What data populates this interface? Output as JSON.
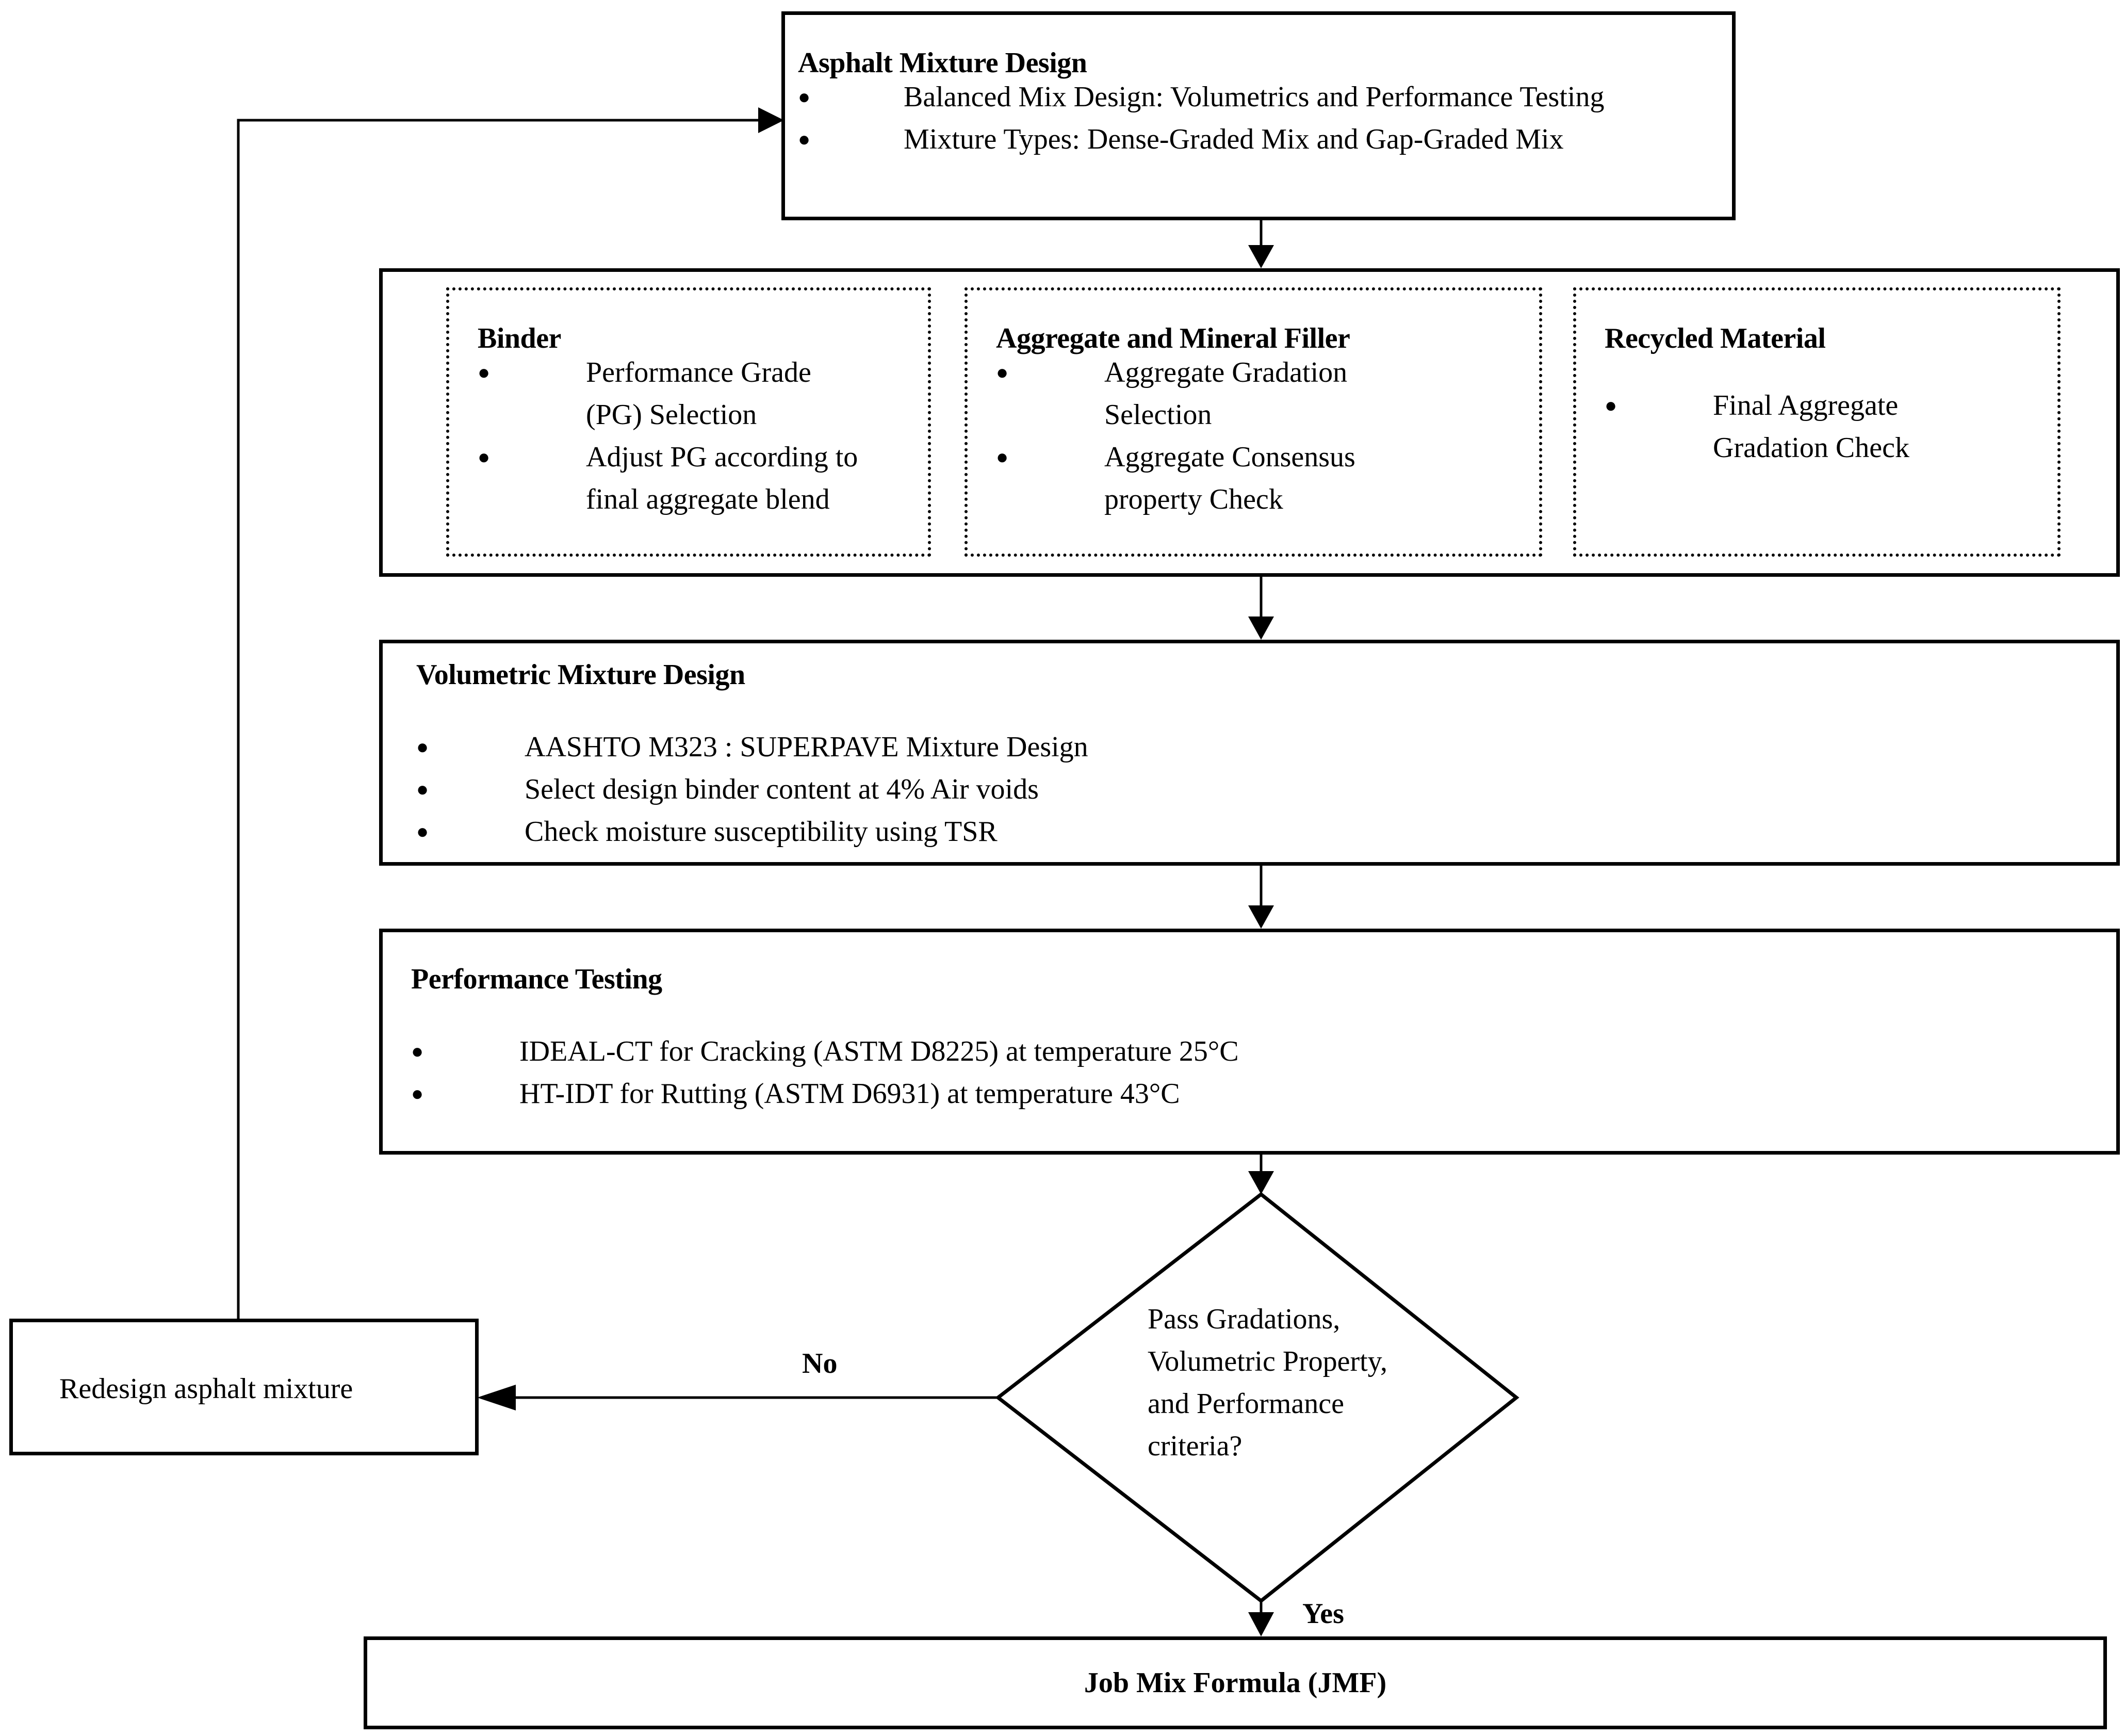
{
  "mix_design": {
    "title": "Asphalt Mixture Design",
    "items": [
      "Balanced Mix Design: Volumetrics and Performance Testing",
      "Mixture Types: Dense-Graded Mix and Gap-Graded Mix"
    ]
  },
  "binder": {
    "title": "Binder",
    "items": [
      [
        "Performance Grade",
        "(PG) Selection"
      ],
      [
        "Adjust PG according to",
        "final aggregate blend"
      ]
    ]
  },
  "aggregate": {
    "title": "Aggregate and Mineral Filler",
    "items": [
      [
        "Aggregate Gradation",
        "Selection"
      ],
      [
        "Aggregate Consensus",
        "property Check"
      ]
    ]
  },
  "recycled": {
    "title": "Recycled Material",
    "items": [
      [
        "Final Aggregate",
        "Gradation Check"
      ]
    ]
  },
  "volumetric": {
    "title": "Volumetric Mixture Design",
    "items": [
      "AASHTO  M323 : SUPERPAVE  Mixture Design",
      "Select design binder content at 4% Air voids",
      "Check moisture susceptibility using TSR"
    ]
  },
  "performance": {
    "title": "Performance Testing",
    "items": [
      "IDEAL-CT  for Cracking (ASTM  D8225) at temperature 25°C",
      "HT-IDT  for Rutting (ASTM  D6931) at temperature 43°C"
    ]
  },
  "decision": {
    "lines": [
      "Pass Gradations,",
      "Volumetric Property,",
      "and Performance",
      "criteria?"
    ],
    "no_label": "No",
    "yes_label": "Yes"
  },
  "redesign": {
    "label": "Redesign asphalt mixture"
  },
  "jmf": {
    "label": "Job Mix Formula (JMF)"
  },
  "bullet_glyph": "●"
}
